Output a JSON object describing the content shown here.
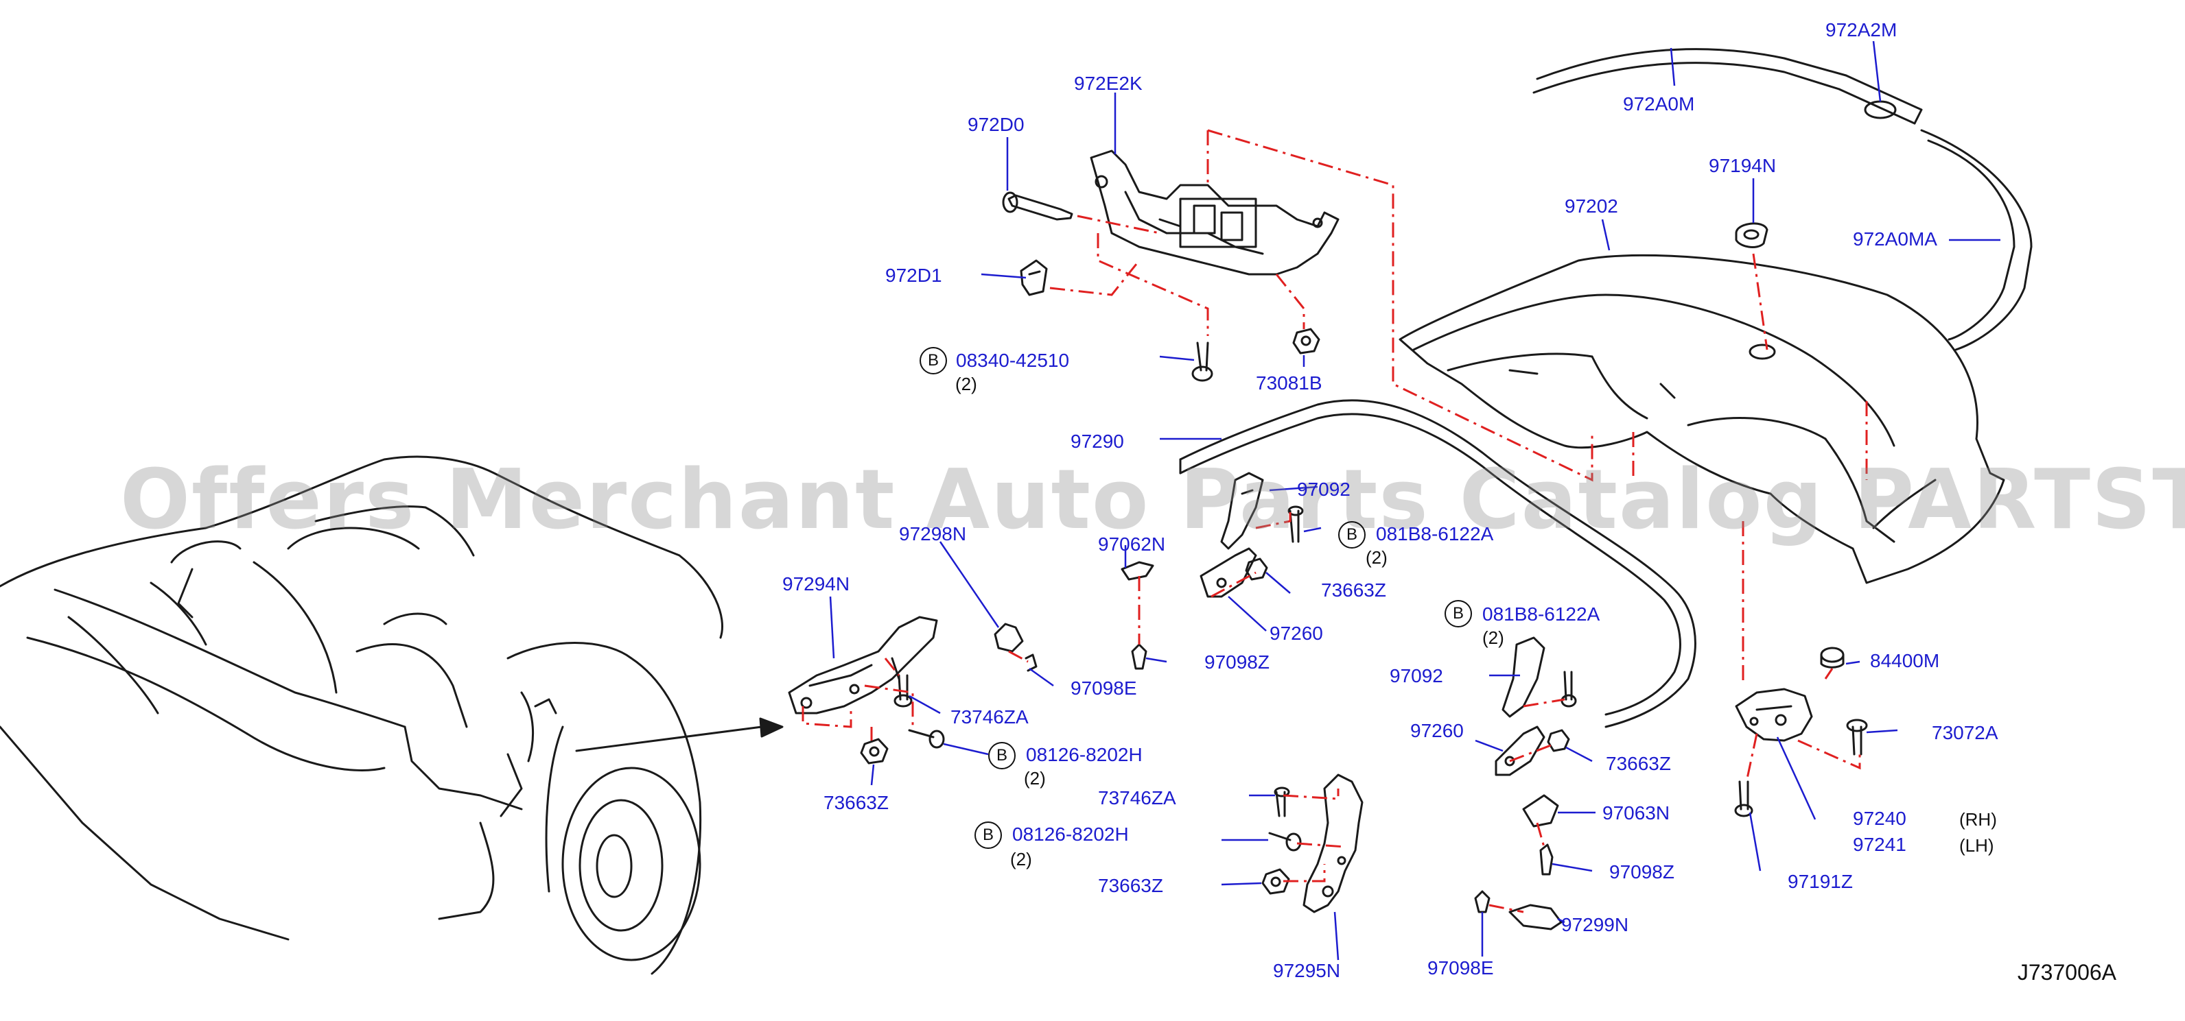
{
  "diagram_id": "J737006A",
  "watermark": "Offers Merchant Auto Parts Catalog PARTSTORE.SA",
  "callouts": [
    {
      "id": "972A2M",
      "text": "972A2M"
    },
    {
      "id": "972A0M",
      "text": "972A0M"
    },
    {
      "id": "972A0MA",
      "text": "972A0MA"
    },
    {
      "id": "97194N",
      "text": "97194N"
    },
    {
      "id": "97202",
      "text": "97202"
    },
    {
      "id": "972E2K",
      "text": "972E2K"
    },
    {
      "id": "972D0",
      "text": "972D0"
    },
    {
      "id": "972D1",
      "text": "972D1"
    },
    {
      "id": "08340-42510",
      "text": "08340-42510"
    },
    {
      "id": "73081B",
      "text": "73081B"
    },
    {
      "id": "97290",
      "text": "97290"
    },
    {
      "id": "97092-a",
      "text": "97092"
    },
    {
      "id": "081B8-6122A-a",
      "text": "081B8-6122A"
    },
    {
      "id": "97298N",
      "text": "97298N"
    },
    {
      "id": "97062N",
      "text": "97062N"
    },
    {
      "id": "73663Z-a",
      "text": "73663Z"
    },
    {
      "id": "97294N",
      "text": "97294N"
    },
    {
      "id": "97260-a",
      "text": "97260"
    },
    {
      "id": "081B8-6122A-b",
      "text": "081B8-6122A"
    },
    {
      "id": "97098Z-a",
      "text": "97098Z"
    },
    {
      "id": "97098E-a",
      "text": "97098E"
    },
    {
      "id": "73746ZA-a",
      "text": "73746ZA"
    },
    {
      "id": "97092-b",
      "text": "97092"
    },
    {
      "id": "84400M",
      "text": "84400M"
    },
    {
      "id": "08126-8202H-a",
      "text": "08126-8202H"
    },
    {
      "id": "97260-b",
      "text": "97260"
    },
    {
      "id": "73072A",
      "text": "73072A"
    },
    {
      "id": "73663Z-b",
      "text": "73663Z"
    },
    {
      "id": "73663Z-c",
      "text": "73663Z"
    },
    {
      "id": "73746ZA-b",
      "text": "73746ZA"
    },
    {
      "id": "97063N",
      "text": "97063N"
    },
    {
      "id": "97240",
      "text": "97240"
    },
    {
      "id": "97241",
      "text": "97241"
    },
    {
      "id": "08126-8202H-b",
      "text": "08126-8202H"
    },
    {
      "id": "97098Z-b",
      "text": "97098Z"
    },
    {
      "id": "73663Z-d",
      "text": "73663Z"
    },
    {
      "id": "97191Z",
      "text": "97191Z"
    },
    {
      "id": "97299N",
      "text": "97299N"
    },
    {
      "id": "97295N",
      "text": "97295N"
    },
    {
      "id": "97098E-b",
      "text": "97098E"
    }
  ],
  "quantities": {
    "q1": "(2)",
    "q2": "(2)",
    "q3": "(2)",
    "q4": "(2)",
    "q5": "(2)"
  },
  "side_notes": {
    "rh": "(RH)",
    "lh": "(LH)"
  },
  "bolt_mark": "B",
  "colors": {
    "callout": "#1c1ccf",
    "leader": "#1c1ccf",
    "assembly_line": "#e02020",
    "drawing": "#1a1a1a"
  }
}
